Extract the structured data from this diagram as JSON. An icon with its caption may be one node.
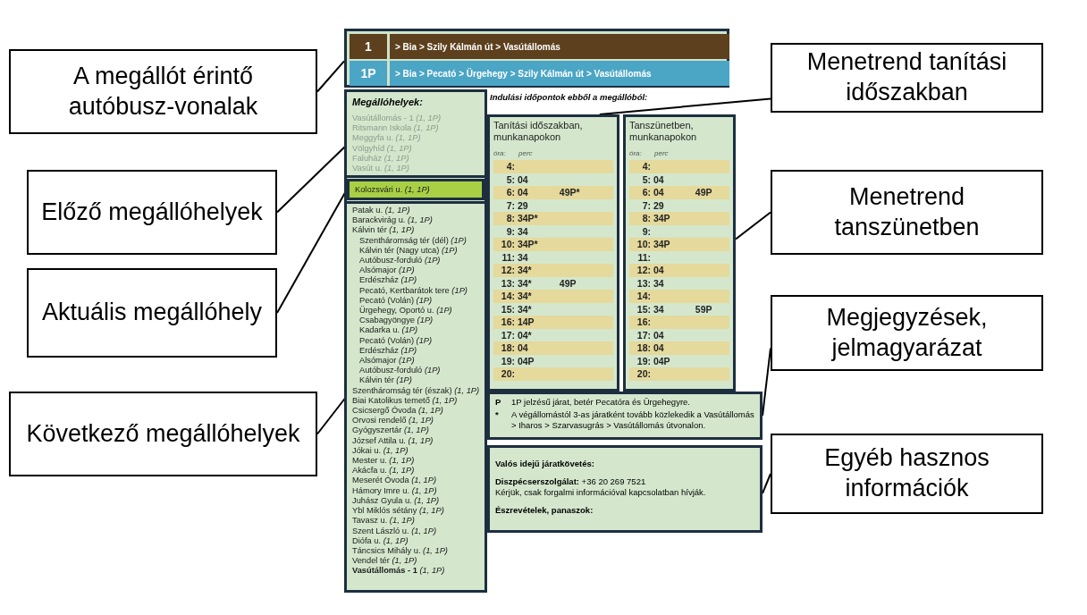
{
  "diagram": {
    "nodes": [
      {
        "text": [
          "A megállót érintő autóbusz-vonalak"
        ]
      },
      {
        "text": [
          "Előző megállóhelyek"
        ]
      },
      {
        "text": [
          "Aktuális megállóhely"
        ]
      },
      {
        "text": [
          "Következő megállóhelyek"
        ]
      },
      {
        "text": [],
        "shape": "box"
      },
      {
        "text": [
          "1",
          "> Bia > Szily Kálmán út > Vasútállomás"
        ],
        "in": 4
      },
      {
        "text": [
          "1P",
          "> Bia > Pecató > Ürgehegy > Szily Kálmán út > Vasútállomás"
        ],
        "in": 4
      },
      {
        "text": [
          "Megállóhelyek:"
        ]
      },
      {
        "text": [
          "Vasútállomás - 1 *(1, 1P)*",
          "Ritsmann Iskola *(1, 1P)*",
          "Meggyfa u. *(1, 1P)*",
          "Völgyhíd *(1, 1P)*",
          "Faluház *(1, 1P)*",
          "Vasút u. *(1, 1P)*"
        ],
        "in": 7
      },
      {
        "text": [
          "Kolozsvári u. *(1, 1P)*"
        ],
        "in": 7
      },
      {
        "text": [
          "Patak u. *(1, 1P)*",
          "Barackvirág u. *(1, 1P)*",
          "Kálvin tér *(1, 1P)*",
          "Szentháromság tér (dél) *(1P)*",
          "Kálvin tér (Nagy utca) *(1P)*",
          "Autóbusz-forduló *(1P)*",
          "Alsómajor *(1P)*",
          "Erdészház *(1P)*",
          "Pecató, Kertbarátok tere *(1P)*",
          "Pecató (Volán) *(1P)*",
          "Ürgehegy, Oportó u. *(1P)*",
          "Csabagyöngye *(1P)*",
          "Kadarka u. *(1P)*",
          "Pecató (Volán) *(1P)*",
          "Erdészház *(1P)*",
          "Alsómajor *(1P)*",
          "Autóbusz-forduló *(1P)*",
          "Kálvin tér *(1P)*",
          "Szentháromság tér (észak) *(1, 1P)*",
          "Biai Katolikus temető *(1, 1P)*",
          "Csicsergő Óvoda *(1, 1P)*",
          "Orvosi rendelő *(1, 1P)*",
          "Gyógyszertár *(1, 1P)*",
          "József Attila u. *(1, 1P)*",
          "Jókai u. *(1, 1P)*",
          "Mester u. *(1, 1P)*",
          "Akácfa u. *(1, 1P)*",
          "Meserét Óvoda *(1, 1P)*",
          "Hámory Imre u. *(1, 1P)*",
          "Juhász Gyula u. *(1, 1P)*",
          "Ybl Miklós sétány *(1, 1P)*",
          "Tavasz u. *(1, 1P)*",
          "Szent László u. *(1, 1P)*",
          "Diófa u. *(1, 1P)*",
          "Táncsics Mihály u. *(1, 1P)*",
          "Vendel tér *(1, 1P)*",
          "**Vasútállomás - 1** *(1, 1P)*"
        ],
        "in": 7
      },
      {
        "text": [
          "Tanítási időszakban, munkanapokon",
          "óra:",
          "perc",
          "4:",
          "5: 04",
          "6: 04 49P*",
          "7: 29",
          "8: 34P*",
          "9: 34",
          "10: 34P*",
          "11: 34",
          "12: 34*",
          "13: 34* 49P",
          "14: 34*",
          "15: 34*",
          "16: 14P",
          "17: 04*",
          "18: 04",
          "19: 04P",
          "20:"
        ]
      },
      {
        "text": [
          "Tanszünetben, munkanapokon",
          "óra:",
          "perc",
          "4:",
          "5: 04",
          "6: 04 49P",
          "7: 29",
          "8: 34P",
          "9:",
          "10: 34P",
          "11:",
          "12: 04",
          "13: 34",
          "14:",
          "15: 34 59P",
          "16:",
          "17: 04",
          "18: 04",
          "19: 04P",
          "20:"
        ]
      },
      {
        "text": [
          "P",
          "1P jelzésű járat, betér Pecatóra és Ürgehegyre.",
          "*",
          "A végállomástól 3-as járatként tovább közlekedik a Vasútállomás > Iharos > Szarvasugrás > Vasútállomás útvonalon."
        ]
      },
      {
        "text": [
          "Valós idejű járatkövetés:",
          "**Diszpécserszolgálat:** +36 20 269 7521",
          "Kérjük, csak forgalmi információval kapcsolatban hívják.",
          "Észrevételek, panaszok:"
        ]
      },
      {
        "text": [
          "Menetrend tanítási időszakban"
        ]
      },
      {
        "text": [
          "Menetrend tanszünetben"
        ]
      },
      {
        "text": [
          "Megjegyzések, jelmagyarázat"
        ]
      },
      {
        "text": [
          "Egyéb hasznos információk"
        ]
      }
    ],
    "edges": [
      {
        "from": 0,
        "to": 4,
        "arrow": "none"
      },
      {
        "from": 1,
        "to": 8,
        "arrow": "none"
      },
      {
        "from": 2,
        "to": 9,
        "arrow": "none"
      },
      {
        "from": 3,
        "to": 10,
        "arrow": "none"
      },
      {
        "from": 15,
        "to": 11,
        "arrow": "none"
      },
      {
        "from": 16,
        "to": 12,
        "arrow": "none"
      },
      {
        "from": 17,
        "to": 13,
        "arrow": "none"
      },
      {
        "from": 18,
        "to": 14,
        "arrow": "none"
      }
    ],
    "labels": [
      "Indulási időpontok ebből a megállóból:"
    ]
  }
}
